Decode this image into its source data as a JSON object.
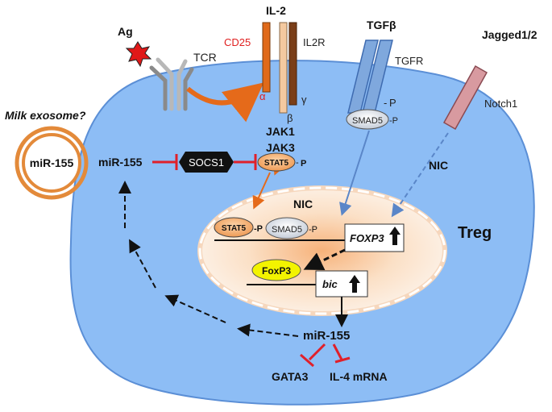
{
  "labels": {
    "ag": "Ag",
    "tcr": "TCR",
    "il2": "IL-2",
    "cd25": "CD25",
    "il2r": "IL2R",
    "alpha": "α",
    "beta": "β",
    "gamma": "γ",
    "jak1": "JAK1",
    "jak3": "JAK3",
    "tgfb": "TGFβ",
    "tgfr": "TGFR",
    "tgfr_p": "P",
    "jagged": "Jagged1/2",
    "notch1": "Notch1",
    "smad5_cyto": "SMAD5",
    "smad5_cyto_p": "-P",
    "nic_cyto": "NIC",
    "milk_exosome": "Milk exosome?",
    "mir155_exosome": "miR-155",
    "mir155_cyto": "miR-155",
    "socs1": "SOCS1",
    "stat5_cyto": "STAT5",
    "stat5_cyto_p": "P",
    "nic_nucleus": "NIC",
    "stat5_nuc": "STAT5",
    "stat5_nuc_p": "-P",
    "smad5_nuc": "SMAD5",
    "smad5_nuc_p": "-P",
    "foxp3_gene": "FOXP3",
    "foxp3_protein": "FoxP3",
    "bic_gene": "bic",
    "treg": "Treg",
    "mir155_bottom": "miR-155",
    "gata3": "GATA3",
    "il4": "IL-4 mRNA"
  },
  "colors": {
    "cell_fill": "#8dbdf5",
    "cell_stroke": "#5b8fd6",
    "inhibit_red": "#e0202a",
    "orange": "#e56a1a",
    "cd25_red": "#e02020",
    "arrow_blue": "#5a86c8",
    "foxp3_yellow": "#f3f300"
  }
}
